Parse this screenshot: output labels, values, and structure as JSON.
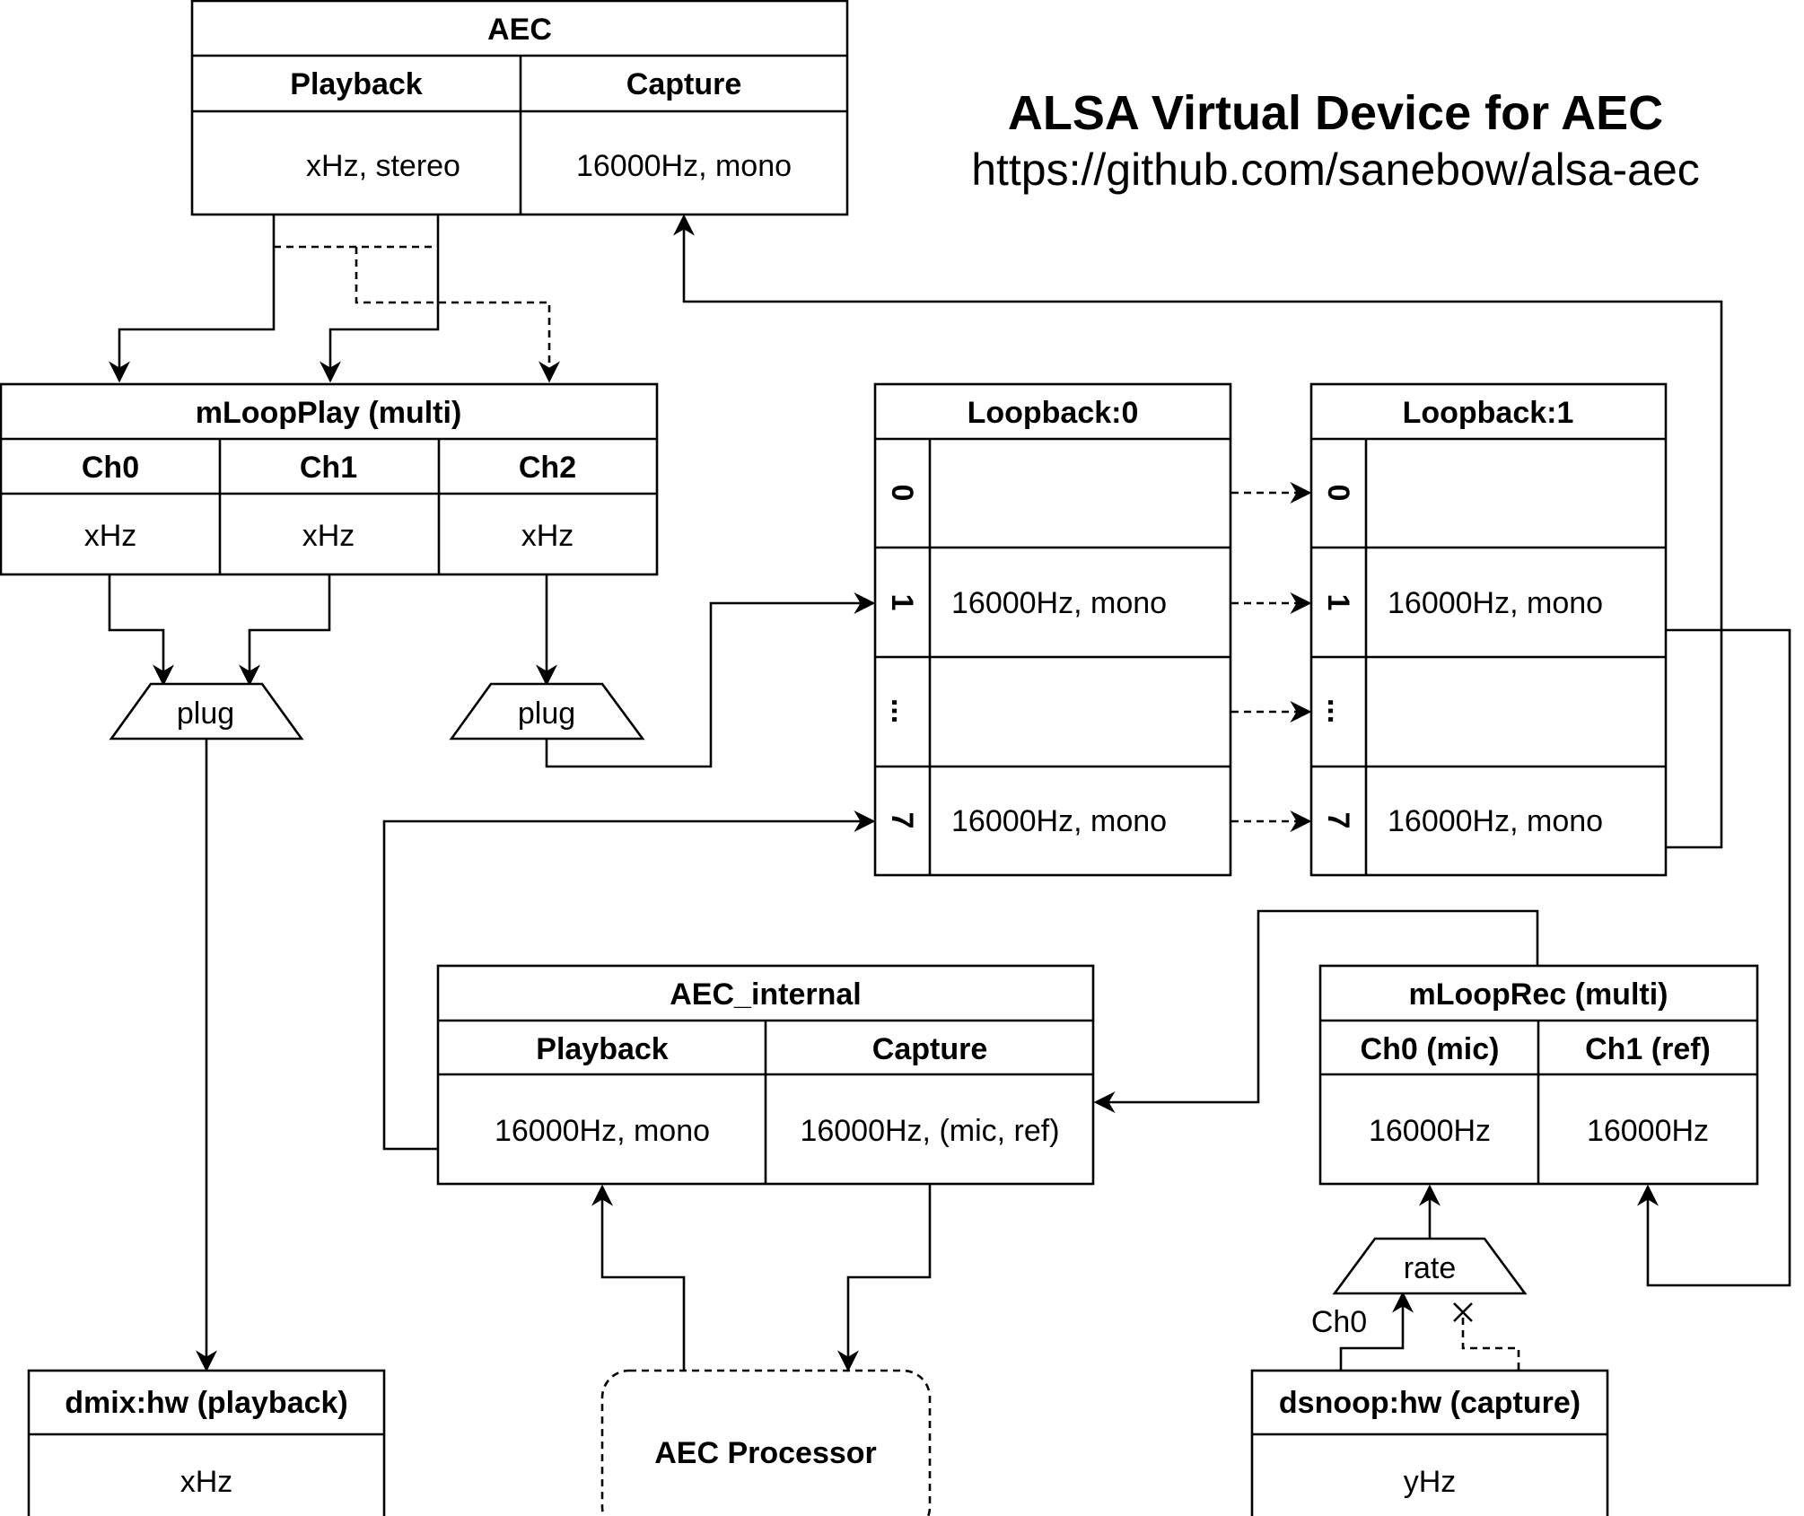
{
  "title": "ALSA Virtual Device for AEC",
  "url": "https://github.com/sanebow/alsa-aec",
  "aec": {
    "name": "AEC",
    "playback_label": "Playback",
    "capture_label": "Capture",
    "playback_value": "xHz, stereo",
    "capture_value": "16000Hz, mono"
  },
  "mloopplay": {
    "name": "mLoopPlay (multi)",
    "channels": [
      {
        "label": "Ch0",
        "value": "xHz"
      },
      {
        "label": "Ch1",
        "value": "xHz"
      },
      {
        "label": "Ch2",
        "value": "xHz"
      }
    ]
  },
  "plug_left": "plug",
  "plug_right": "plug",
  "loopback0": {
    "name": "Loopback:0",
    "rows": [
      {
        "index": "0",
        "value": ""
      },
      {
        "index": "1",
        "value": "16000Hz, mono"
      },
      {
        "index": "...",
        "value": ""
      },
      {
        "index": "7",
        "value": "16000Hz, mono"
      }
    ]
  },
  "loopback1": {
    "name": "Loopback:1",
    "rows": [
      {
        "index": "0",
        "value": ""
      },
      {
        "index": "1",
        "value": "16000Hz, mono"
      },
      {
        "index": "...",
        "value": ""
      },
      {
        "index": "7",
        "value": "16000Hz, mono"
      }
    ]
  },
  "aec_internal": {
    "name": "AEC_internal",
    "playback_label": "Playback",
    "capture_label": "Capture",
    "playback_value": "16000Hz, mono",
    "capture_value": "16000Hz, (mic, ref)"
  },
  "mlooprec": {
    "name": "mLoopRec (multi)",
    "channels": [
      {
        "label": "Ch0 (mic)",
        "value": "16000Hz"
      },
      {
        "label": "Ch1 (ref)",
        "value": "16000Hz"
      }
    ]
  },
  "rate": "rate",
  "ch0_label": "Ch0",
  "dmix": {
    "name": "dmix:hw (playback)",
    "value": "xHz"
  },
  "aec_processor": "AEC Processor",
  "dsnoop": {
    "name": "dsnoop:hw (capture)",
    "value": "yHz"
  }
}
